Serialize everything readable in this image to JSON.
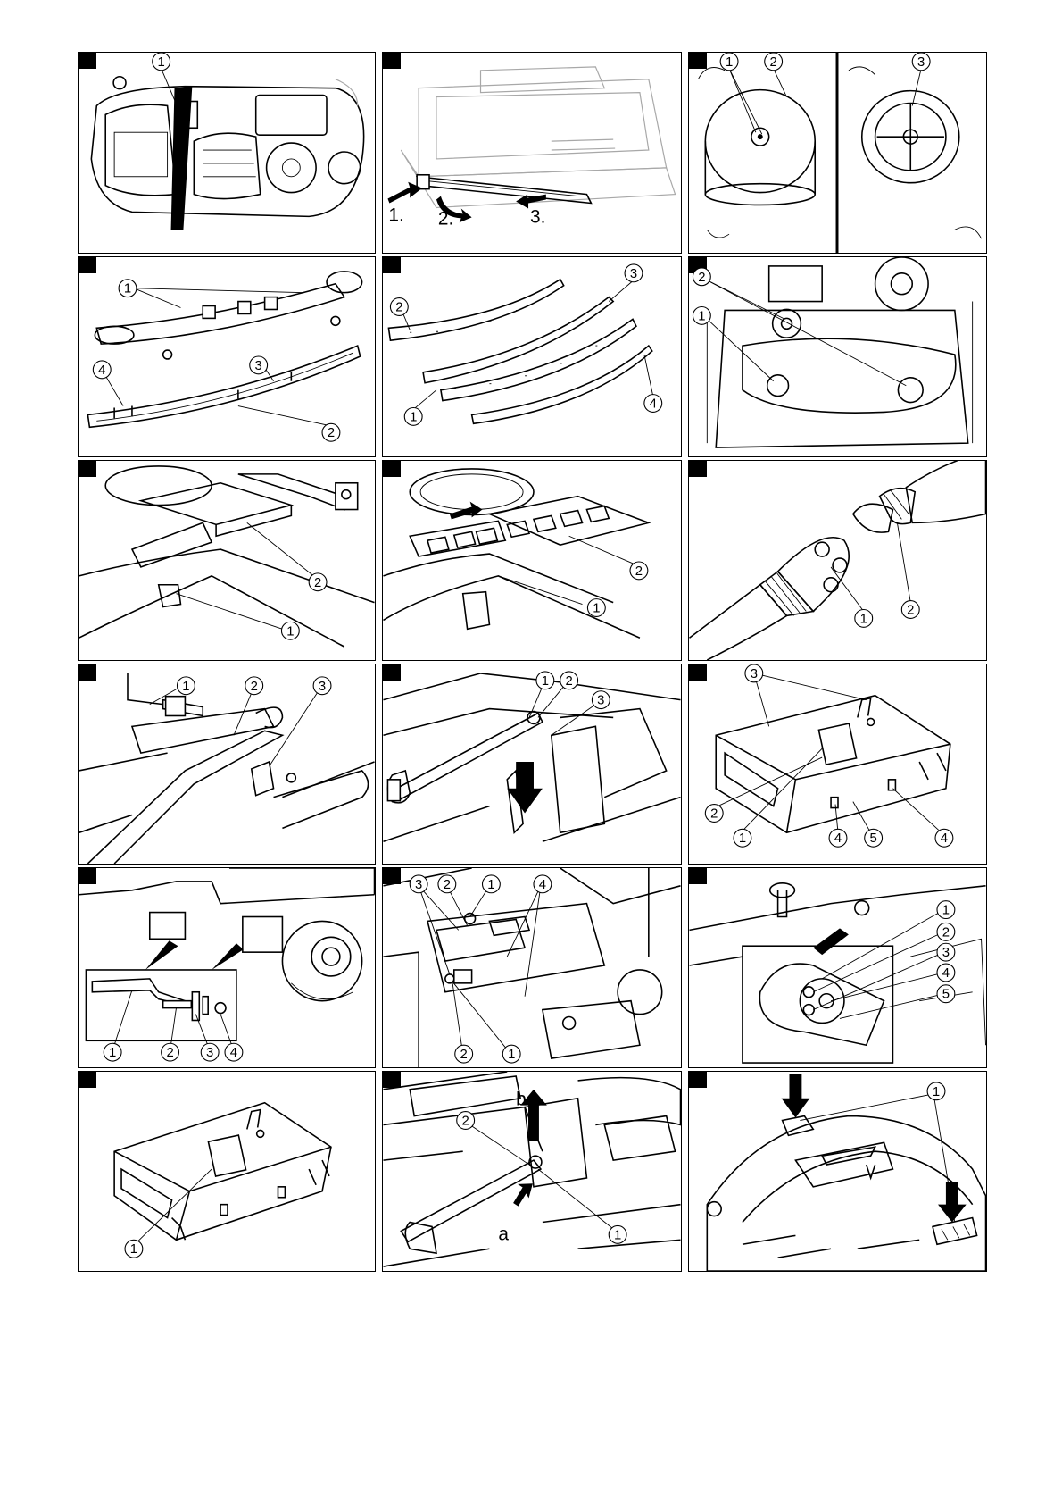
{
  "figures": [
    {
      "callouts": [
        "1"
      ]
    },
    {
      "callouts": [],
      "steps": [
        "1.",
        "2.",
        "3."
      ]
    },
    {
      "callouts": [
        "1",
        "2",
        "3"
      ]
    },
    {
      "callouts": [
        "1",
        "3",
        "4",
        "2"
      ]
    },
    {
      "callouts": [
        "3",
        "2",
        "1",
        "4"
      ]
    },
    {
      "callouts": [
        "2",
        "1"
      ]
    },
    {
      "callouts": [
        "2",
        "1"
      ]
    },
    {
      "callouts": [
        "2",
        "1"
      ]
    },
    {
      "callouts": [
        "1",
        "2"
      ]
    },
    {
      "callouts": [
        "1",
        "2",
        "3"
      ]
    },
    {
      "callouts": [
        "1",
        "2",
        "3"
      ]
    },
    {
      "callouts": [
        "3",
        "2",
        "1",
        "4",
        "5",
        "4"
      ]
    },
    {
      "callouts": [
        "1",
        "2",
        "3",
        "4"
      ]
    },
    {
      "callouts": [
        "3",
        "2",
        "1",
        "4",
        "2",
        "1"
      ]
    },
    {
      "callouts": [
        "1",
        "2",
        "3",
        "4",
        "5"
      ]
    },
    {
      "callouts": [
        "1"
      ]
    },
    {
      "callouts": [
        "2",
        "1"
      ],
      "letters": [
        "b",
        "a"
      ]
    },
    {
      "callouts": [
        "1"
      ]
    }
  ]
}
